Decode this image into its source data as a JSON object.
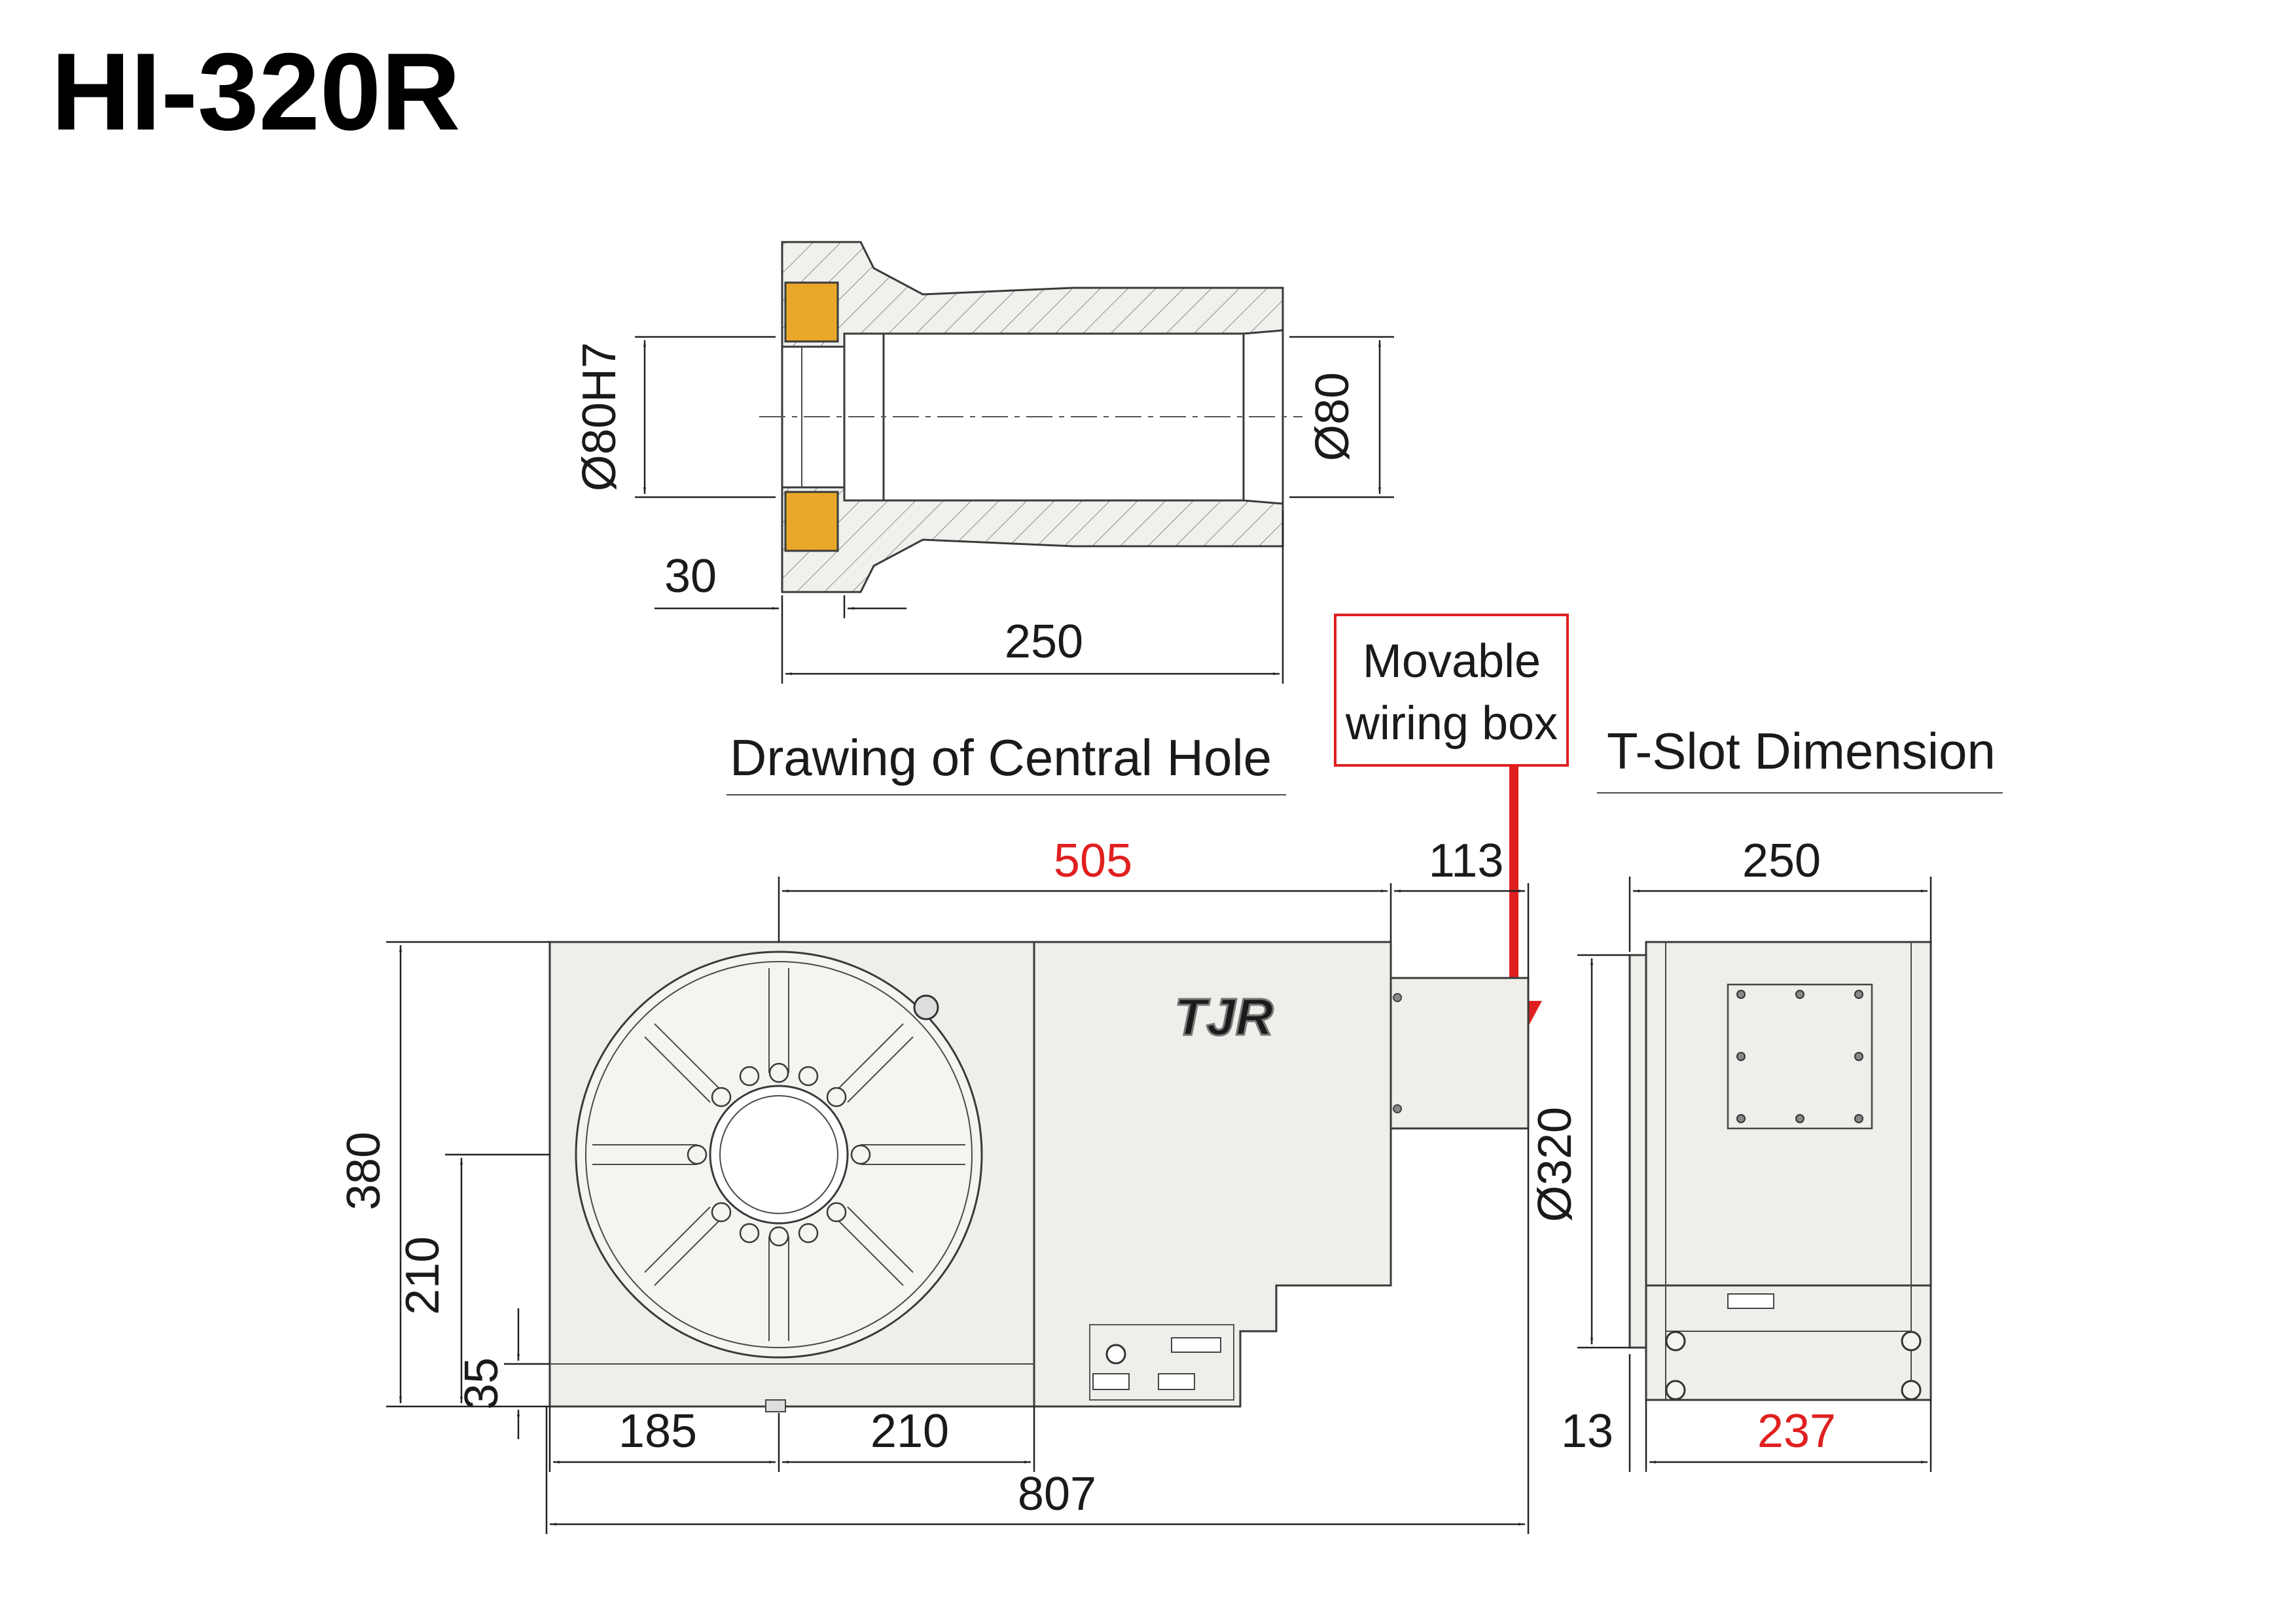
{
  "title": "HI-320R",
  "central_hole": {
    "label": "Drawing of Central Hole",
    "dia_left": "Ø80H7",
    "dia_right": "Ø80",
    "depth_30": "30",
    "length_250": "250"
  },
  "callout": {
    "line1": "Movable",
    "line2": "wiring box",
    "color": "#e02020"
  },
  "tslot": {
    "label": "T-Slot Dimension"
  },
  "front_view": {
    "dim_505": "505",
    "dim_113": "113",
    "dim_380": "380",
    "dim_210_v": "210",
    "dim_35": "35",
    "dim_185": "185",
    "dim_210_h": "210",
    "dim_807": "807",
    "logo": "TJR"
  },
  "side_view": {
    "dim_250": "250",
    "dim_320": "Ø320",
    "dim_13": "13",
    "dim_237": "237"
  },
  "colors": {
    "highlight": "#e02020",
    "bushing": "#e9a82a",
    "body": "#eeeeea"
  }
}
